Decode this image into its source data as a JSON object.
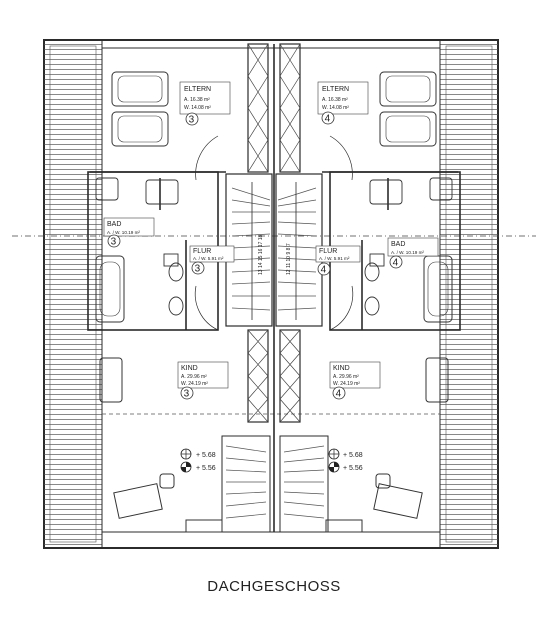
{
  "caption": "DACHGESCHOSS",
  "rooms": {
    "eltern_left": {
      "name": "ELTERN",
      "a": "A.   16.38 m²",
      "w": "W.   14.08 m²",
      "num": "3"
    },
    "eltern_right": {
      "name": "ELTERN",
      "a": "A.   16.38 m²",
      "w": "W.   14.08 m²",
      "num": "4"
    },
    "bad_left": {
      "name": "BAD",
      "aw": "A. / W.  10.19 m²",
      "num": "3"
    },
    "bad_right": {
      "name": "BAD",
      "aw": "A. / W.  10.19 m²",
      "num": "4"
    },
    "flur_left": {
      "name": "FLUR",
      "aw": "A. / W.  5.91 m²",
      "num": "3"
    },
    "flur_right": {
      "name": "FLUR",
      "aw": "A. / W.  5.91 m²",
      "num": "4"
    },
    "kind_left": {
      "name": "KIND",
      "a": "A.   29.96 m²",
      "w": "W.   24.19 m²",
      "num": "3"
    },
    "kind_right": {
      "name": "KIND",
      "a": "A.   29.96 m²",
      "w": "W.   24.19 m²",
      "num": "4"
    }
  },
  "levels": {
    "left_upper": "+ 5.68",
    "left_lower": "+ 5.56",
    "right_upper": "+ 5.68",
    "right_lower": "+ 5.56"
  },
  "stair_numbers": {
    "left": "13 14 15 16 17 18",
    "right": "12 11 10 9 8 7"
  },
  "colors": {
    "line": "#2b2b2b",
    "hatch": "#6b6b6b"
  }
}
